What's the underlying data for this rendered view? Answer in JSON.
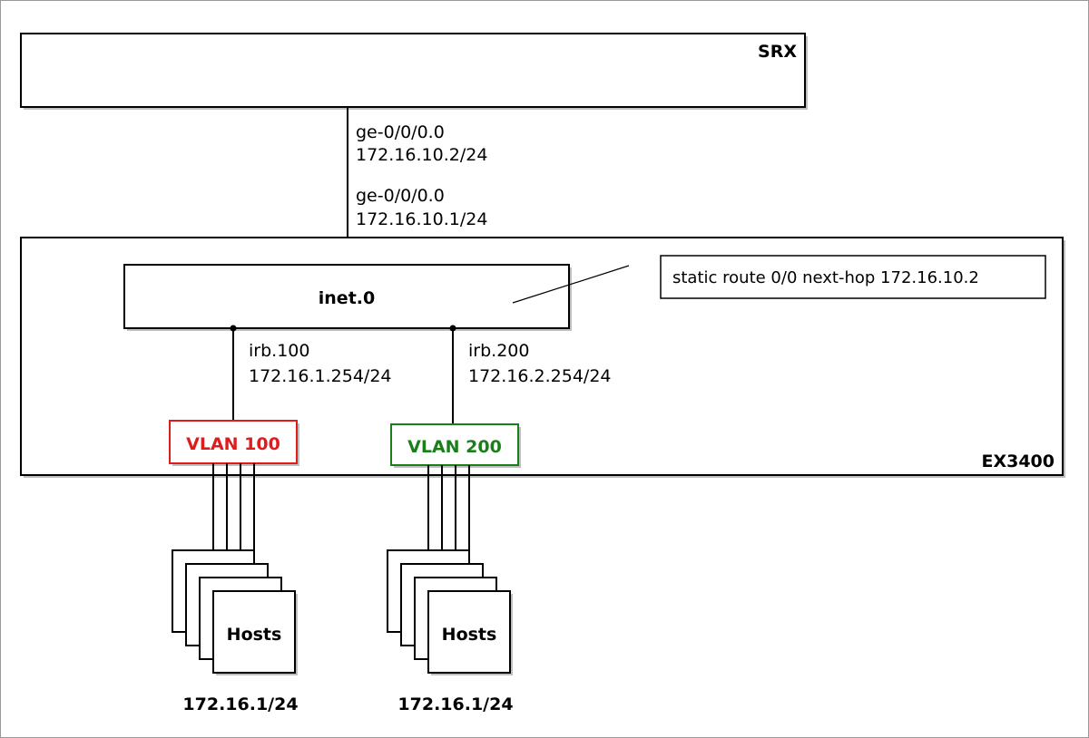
{
  "colors": {
    "vlan100": "#e01b1b",
    "vlan200": "#1a7f1a"
  },
  "srx": {
    "label": "SRX"
  },
  "uplink": {
    "srx_interface": "ge-0/0/0.0",
    "srx_address": "172.16.10.2/24",
    "ex_interface": "ge-0/0/0.0",
    "ex_address": "172.16.10.1/24"
  },
  "ex": {
    "label": "EX3400",
    "routing_table": "inet.0",
    "annotation": "static route 0/0 next-hop 172.16.10.2"
  },
  "vlan100": {
    "irb_name": "irb.100",
    "irb_address": "172.16.1.254/24",
    "label": "VLAN 100",
    "hosts_label": "Hosts",
    "subnet": "172.16.1/24"
  },
  "vlan200": {
    "irb_name": "irb.200",
    "irb_address": "172.16.2.254/24",
    "label": "VLAN 200",
    "hosts_label": "Hosts",
    "subnet": "172.16.1/24"
  }
}
